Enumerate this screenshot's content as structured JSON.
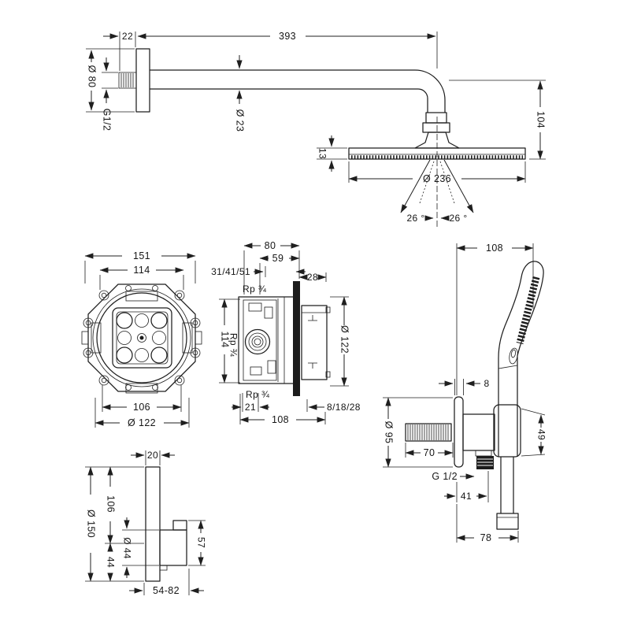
{
  "drawing": {
    "ink_color": "#1f1f1f",
    "background": "#ffffff",
    "views": {
      "overhead": {
        "dims": {
          "wall_offset": "22",
          "arm_length": "393",
          "flange_diameter": "Ø 80",
          "thread": "G1/2",
          "arm_diameter": "Ø 23",
          "head_drop": "104",
          "head_thickness": "13",
          "head_diameter": "Ø 236",
          "spray_angle_left": "26 °",
          "spray_angle_right": "26 °"
        }
      },
      "ibox_front": {
        "dims": {
          "overall_width": "151",
          "bolt_width": "114",
          "lower_width": "106",
          "diameter": "Ø 122"
        }
      },
      "ibox_side": {
        "dims": {
          "depth": "80",
          "depth_to_plate": "59",
          "install_depth_range": "31/41/51",
          "cover_depth": "28",
          "height": "114",
          "diameter": "Ø 122",
          "thread_top": "Rp ¾",
          "thread_mid": "Rp ¾",
          "thread_bottom": "Rp ¾",
          "port_offset": "21",
          "protrusion_range": "8/18/28",
          "total_depth": "108"
        }
      },
      "handshower": {
        "dims": {
          "projection": "108",
          "plate_thickness": "8",
          "flange_diameter": "Ø 95",
          "rod_length": "70",
          "holder_height": "49",
          "thread": "G 1/2",
          "hose_offset": "41",
          "depth": "78"
        }
      },
      "trim": {
        "dims": {
          "plate_thickness": "20",
          "plate_diameter": "Ø 150",
          "upper_height": "106",
          "lower_height": "44",
          "knob_diameter": "Ø 44",
          "knob_height": "57",
          "install_depth_range": "54-82"
        }
      }
    }
  }
}
